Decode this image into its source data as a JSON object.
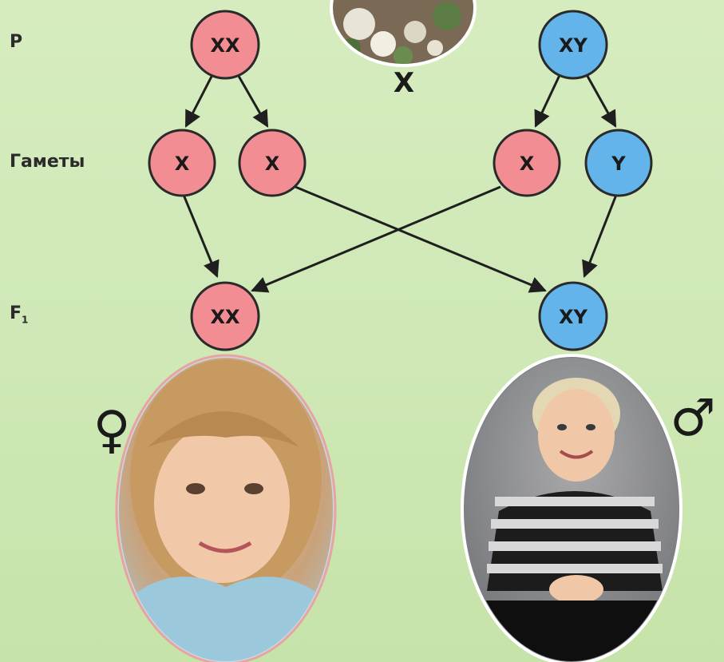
{
  "labels": {
    "parents": "P",
    "gametes": "Гаметы",
    "offspring_main": "F",
    "offspring_sub": "1",
    "cross": "X"
  },
  "parents": {
    "mother": "XX",
    "father": "XY"
  },
  "gametes": {
    "mother_1": "X",
    "mother_2": "X",
    "father_1": "X",
    "father_2": "Y"
  },
  "offspring": {
    "daughter": "XX",
    "son": "XY"
  },
  "symbols": {
    "female": "♀",
    "male": "♂"
  },
  "colors": {
    "female_node": "#f28d94",
    "male_node": "#62b4ea",
    "node_stroke": "#2a2a2a",
    "arrow": "#1f1f1f"
  }
}
